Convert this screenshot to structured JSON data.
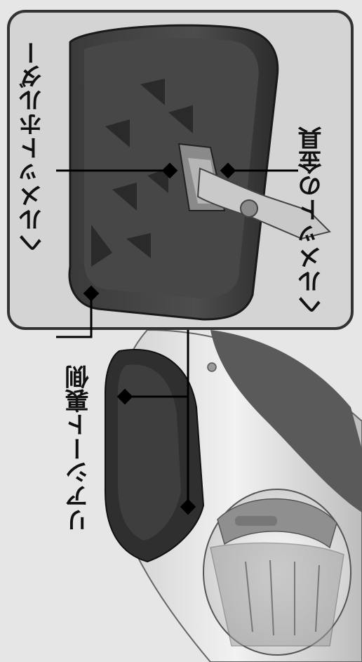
{
  "labels": {
    "helmet_holder": "ヘルメットホルダー",
    "helmet_bracket": "ヘルメットの金具",
    "rear_seat_underside": "リアシート裏側"
  },
  "colors": {
    "background": "#e6e6e6",
    "inset_border": "#333333",
    "leader_line": "#000000",
    "label_text": "#111111"
  }
}
